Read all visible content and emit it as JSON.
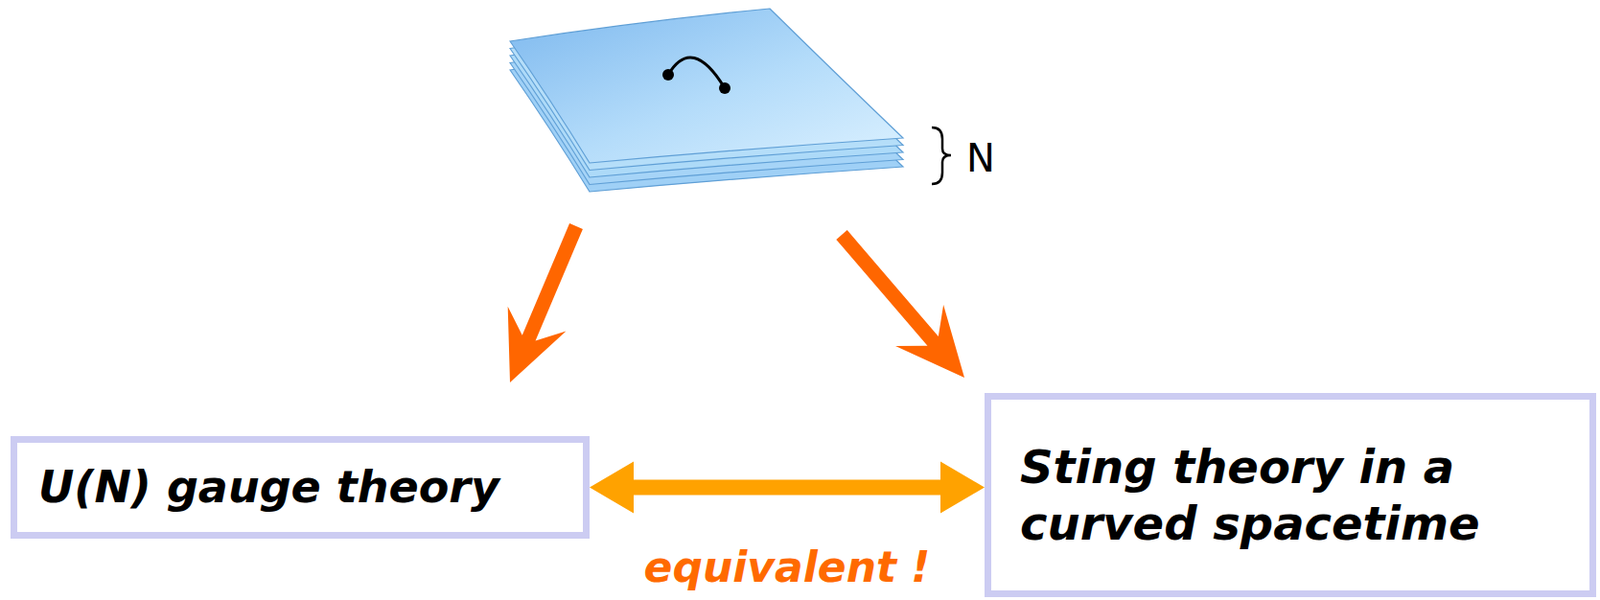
{
  "diagram": {
    "nodes": [
      {
        "text": [
          "U(N) gauge theory"
        ]
      },
      {
        "text": [
          "Sting theory in a curved spacetime"
        ]
      }
    ],
    "edges": [
      {
        "from": 0,
        "to": 1,
        "arrow": "both",
        "label": "equivalent !"
      }
    ],
    "labels": [
      "N"
    ]
  }
}
